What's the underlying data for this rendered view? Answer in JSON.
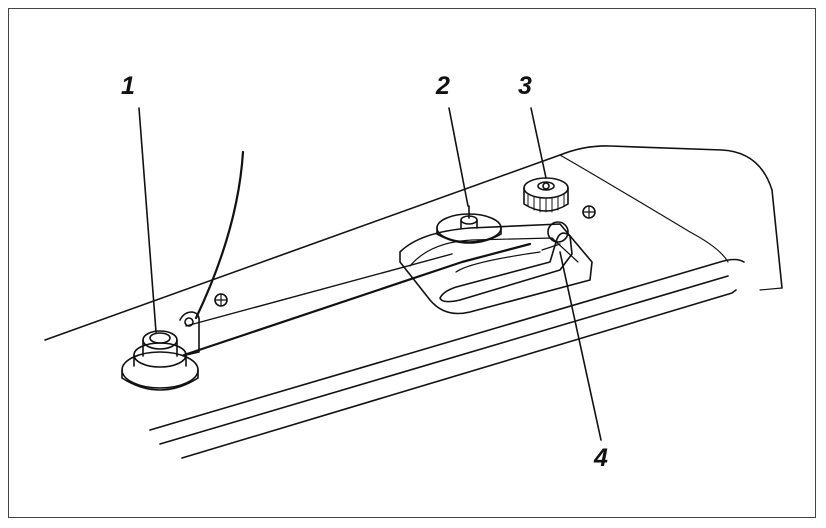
{
  "callouts": {
    "c1": "1",
    "c2": "2",
    "c3": "3",
    "c4": "4"
  },
  "colors": {
    "line": "#111111",
    "border": "#444444",
    "background": "#ffffff"
  }
}
